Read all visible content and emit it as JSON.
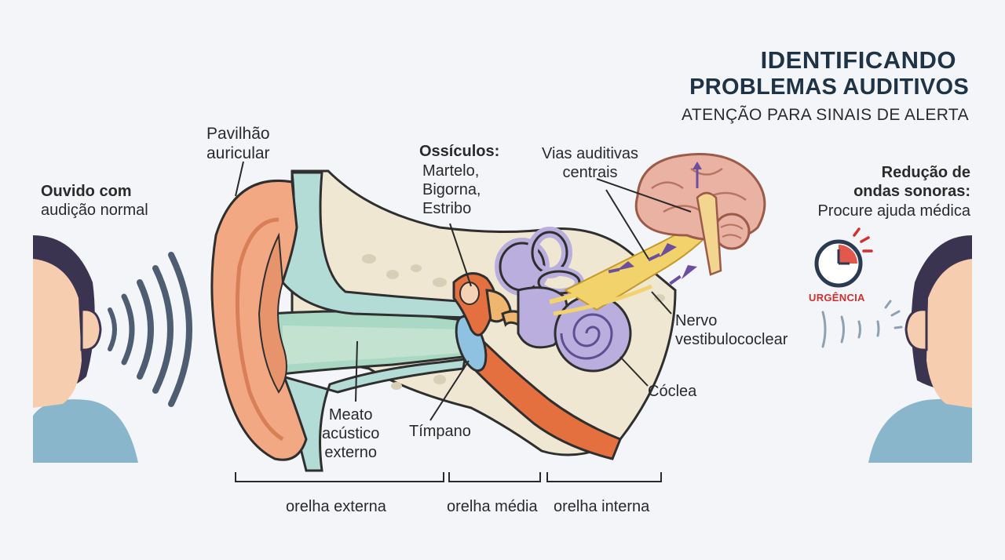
{
  "header": {
    "title_line1": "IDENTIFICANDO",
    "title_line2": "PROBLEMAS AUDITIVOS",
    "subtitle": "ATENÇÃO PARA SINAIS DE ALERTA"
  },
  "left_panel": {
    "heading": "Ouvido com",
    "text": "audição normal"
  },
  "right_panel": {
    "heading_line1": "Redução de",
    "heading_line2": "ondas sonoras:",
    "text": "Procure ajuda médica",
    "urgency": "URGÊNCIA"
  },
  "labels": {
    "pavilhao": "Pavilhão\nauricular",
    "ossiculos_title": "Ossículos:",
    "ossiculos_list": "Martelo,\nBigorna,\nEstribo",
    "vias": "Vias auditivas\ncentrais",
    "nervo": "Nervo\nvestibulococlear",
    "coclea": "Cóclea",
    "meato": "Meato\nacústico\nexterno",
    "timpano": "Tímpano"
  },
  "sections": {
    "externa": "orelha externa",
    "media": "orelha média",
    "interna": "orelha interna"
  },
  "colors": {
    "title": "#1f3346",
    "ear": "#f1a883",
    "canal": "#a9d8c4",
    "bone": "#efe7d2",
    "cochlea": "#b9aede",
    "nerve": "#f2d36b",
    "brain": "#e9b2a2",
    "urgency": "#d32f2f",
    "skin": "#f7cdb0",
    "hair": "#3b3451",
    "shirt": "#8ab6cc"
  }
}
